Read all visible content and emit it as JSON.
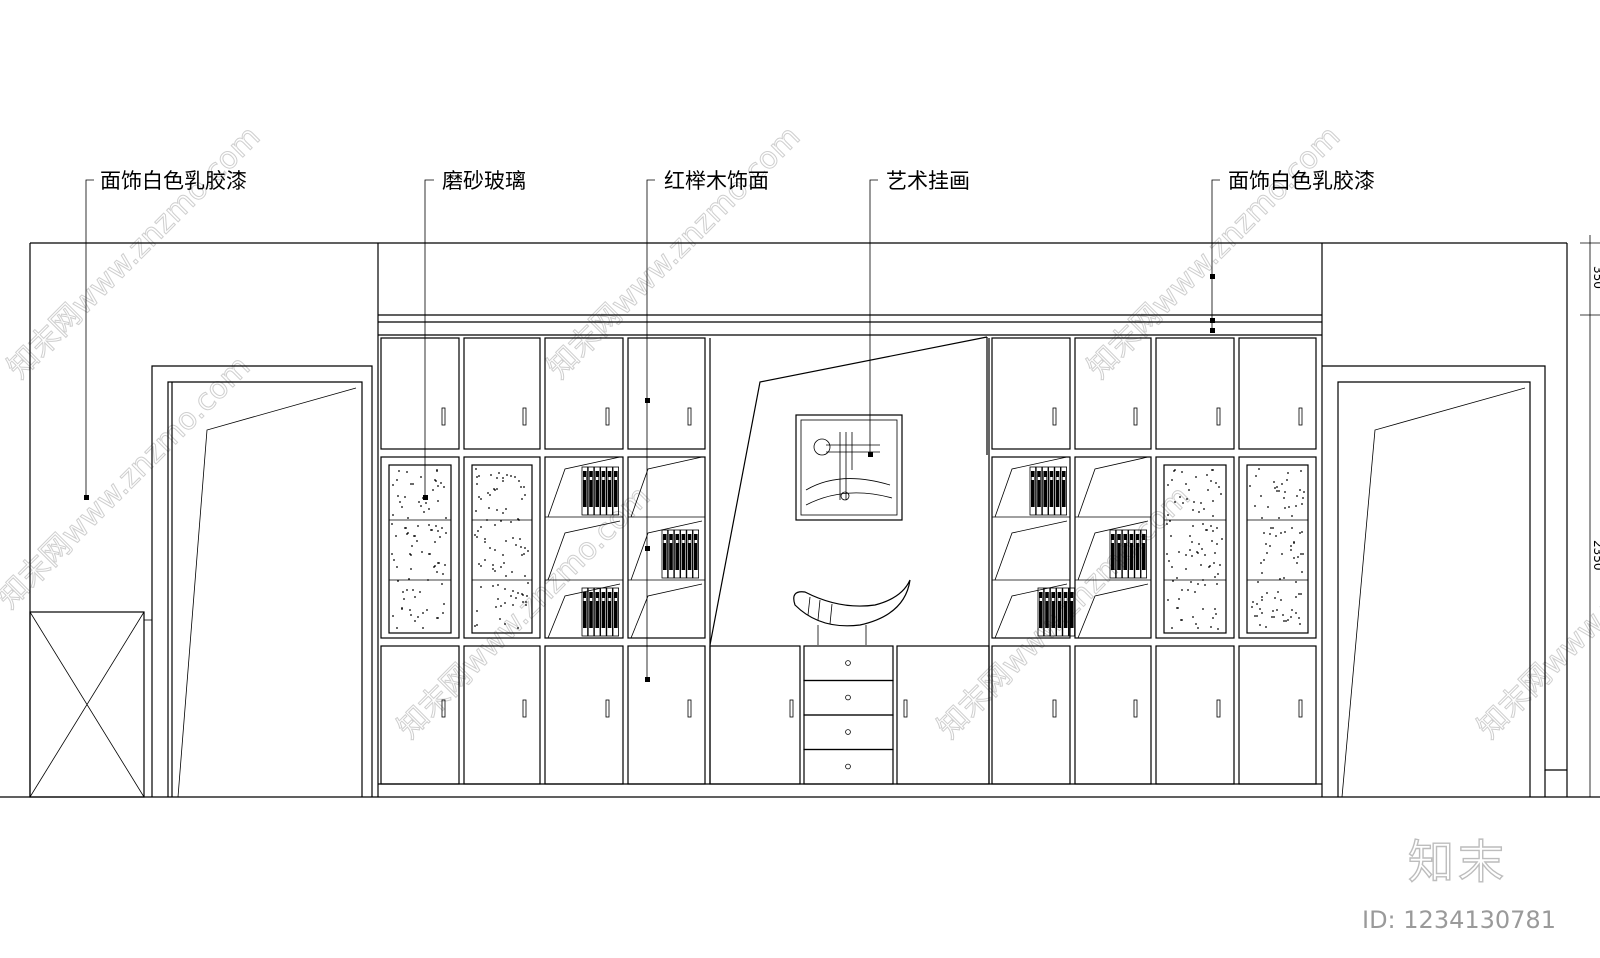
{
  "callouts": [
    {
      "text": "面饰白色乳胶漆"
    },
    {
      "text": "磨砂玻璃"
    },
    {
      "text": "红榉木饰面"
    },
    {
      "text": "艺术挂画"
    },
    {
      "text": "面饰白色乳胶漆"
    }
  ],
  "dimensions": {
    "top": "350",
    "middle": "2350"
  },
  "watermark": {
    "text": "知末网www.znzmo.com"
  },
  "branding": {
    "logo": "知末",
    "id": "ID: 1234130781"
  }
}
